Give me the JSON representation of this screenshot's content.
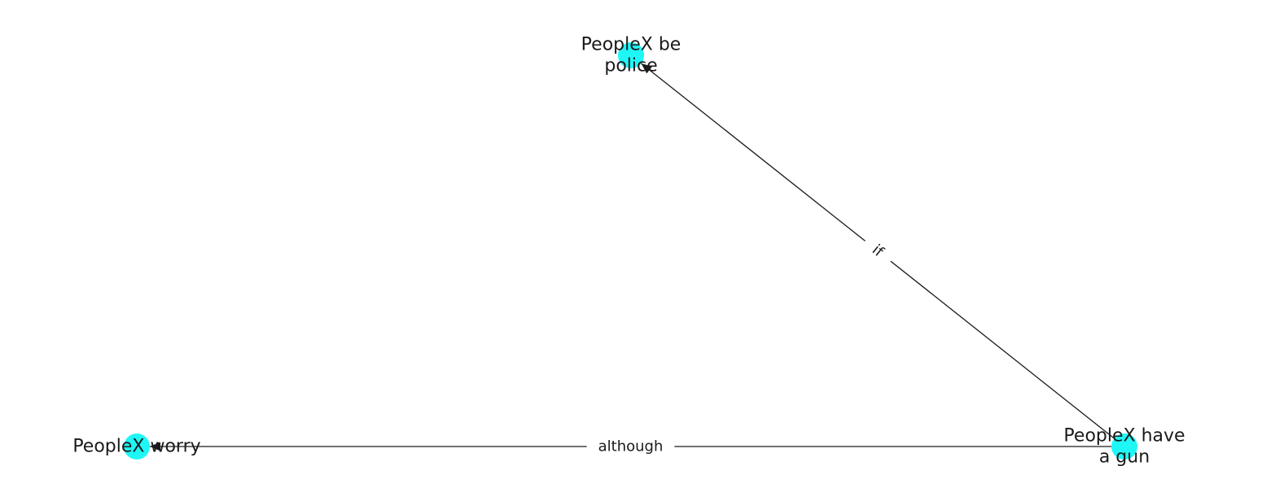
{
  "graph": {
    "node_color": "#1ff7f7",
    "edge_color": "#1a1a1a",
    "nodes": [
      {
        "id": "be_police",
        "label_lines": [
          "PeopleX be",
          "police"
        ]
      },
      {
        "id": "have_gun",
        "label_lines": [
          "PeopleX have",
          "a gun"
        ]
      },
      {
        "id": "worry",
        "label_lines": [
          "PeopleX worry"
        ]
      }
    ],
    "edges": [
      {
        "source": "have_gun",
        "target": "be_police",
        "label": "if"
      },
      {
        "source": "have_gun",
        "target": "worry",
        "label": "although"
      }
    ]
  }
}
